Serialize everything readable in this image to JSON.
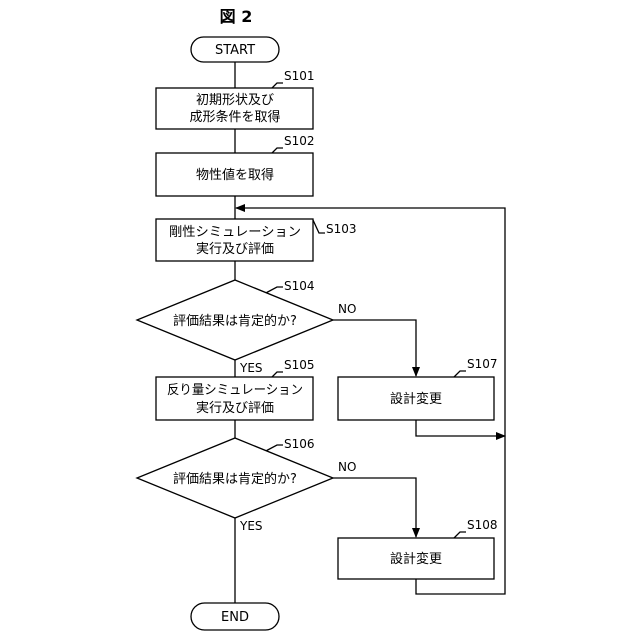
{
  "figure": {
    "title": "図 2"
  },
  "nodes": {
    "start": {
      "text": "START"
    },
    "s101": {
      "step": "S101",
      "line1": "初期形状及び",
      "line2": "成形条件を取得"
    },
    "s102": {
      "step": "S102",
      "line1": "物性値を取得"
    },
    "s103": {
      "step": "S103",
      "line1": "剛性シミュレーション",
      "line2": "実行及び評価"
    },
    "s104": {
      "step": "S104",
      "line1": "評価結果は肯定的か?"
    },
    "s105": {
      "step": "S105",
      "line1": "反り量シミュレーション",
      "line2": "実行及び評価"
    },
    "s106": {
      "step": "S106",
      "line1": "評価結果は肯定的か?"
    },
    "s107": {
      "step": "S107",
      "line1": "設計変更"
    },
    "s108": {
      "step": "S108",
      "line1": "設計変更"
    },
    "end": {
      "text": "END"
    }
  },
  "edge_labels": {
    "s104_yes": "YES",
    "s104_no": "NO",
    "s106_yes": "YES",
    "s106_no": "NO"
  }
}
